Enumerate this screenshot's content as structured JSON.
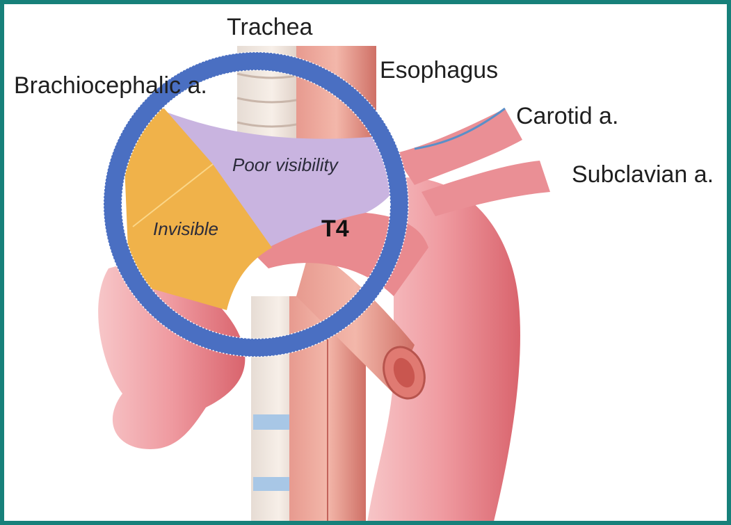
{
  "labels": {
    "trachea": "Trachea",
    "esophagus": "Esophagus",
    "brachiocephalic": "Brachiocephalic a.",
    "carotid": "Carotid a.",
    "subclavian": "Subclavian a."
  },
  "zones": {
    "poor_visibility": "Poor visibility",
    "invisible": "Invisible",
    "level": "T4"
  },
  "colors": {
    "frame": "#17807a",
    "circle": "#4a6fc2",
    "poor_visibility_zone": "#c9b4e0",
    "invisible_zone": "#f0b24a",
    "vessel": "#e98a8f"
  }
}
